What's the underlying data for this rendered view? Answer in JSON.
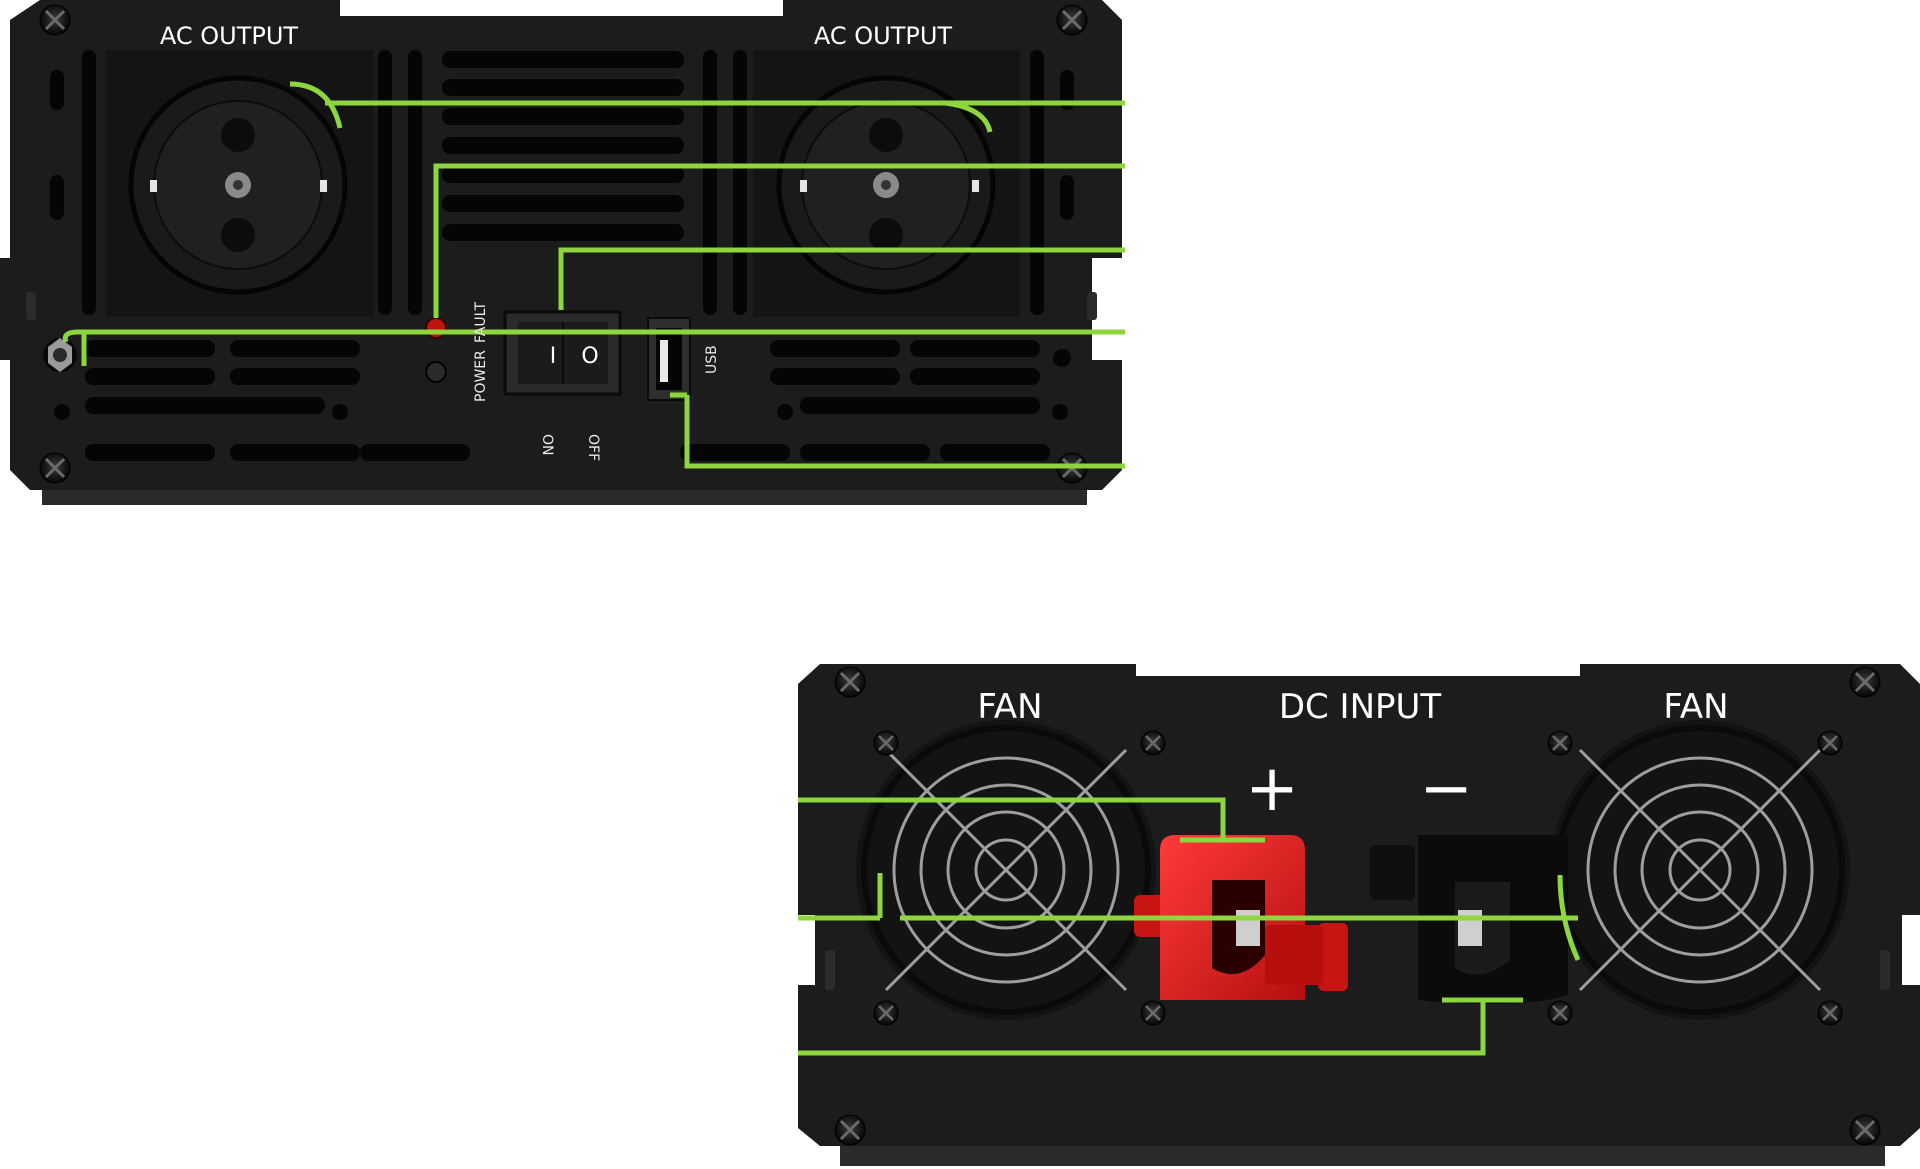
{
  "front_panel": {
    "ac_output_left_label": "AC OUTPUT",
    "ac_output_right_label": "AC OUTPUT",
    "power_label": "POWER",
    "fault_label": "FAULT",
    "switch_on_label": "ON",
    "switch_off_label": "OFF",
    "switch_on_symbol": "I",
    "switch_off_symbol": "O",
    "usb_label": "USB"
  },
  "rear_panel": {
    "fan_left_label": "FAN",
    "fan_right_label": "FAN",
    "dc_input_label": "DC INPUT",
    "positive_symbol": "+",
    "negative_symbol": "−"
  },
  "colors": {
    "body": "#1c1c1c",
    "body_dark": "#0e0e0e",
    "accent_green": "#8ed63d",
    "terminal_red": "#e32020",
    "led_red": "#c0150f"
  }
}
